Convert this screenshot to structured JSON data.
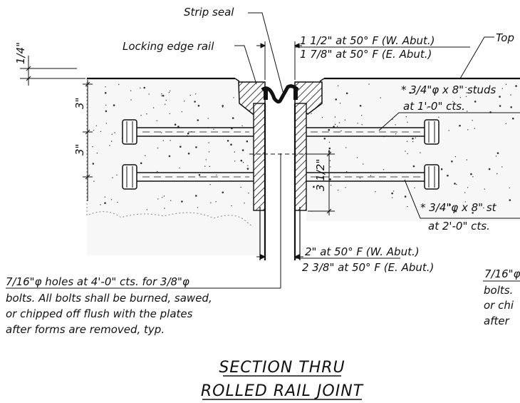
{
  "drawing": {
    "labels": {
      "strip_seal": "Strip seal",
      "locking_edge_rail": "Locking edge rail",
      "top": "Top",
      "quarter_inch": "1/4\"",
      "three_in_upper": "3\"",
      "three_in_lower": "3\"",
      "three_half_in": "3 1/2\"",
      "gap_top_w": "1 1/2\" at 50° F (W. Abut.)",
      "gap_top_e": "1 7/8\" at 50° F (E. Abut.)",
      "studs_upper_1": "* 3/4\"φ x 8\" studs",
      "studs_upper_2": "at 1'-0\" cts.",
      "studs_lower_1": "* 3/4\"φ x 8\" st",
      "studs_lower_2": "at 2'-0\" cts.",
      "gap_bot_w": "2\" at 50° F (W. Abut.)",
      "gap_bot_e": "2 3/8\" at 50° F (E. Abut.)",
      "note_left_1": "7/16\"φ holes at 4'-0\" cts. for 3/8\"φ",
      "note_left_2": "bolts.  All bolts shall be burned, sawed,",
      "note_left_3": "or chipped off flush with the plates",
      "note_left_4": "after forms are removed, typ.",
      "note_right_1": "7/16\"φ",
      "note_right_2": "bolts.",
      "note_right_3": "or chi",
      "note_right_4": "after"
    },
    "title_line1": "SECTION THRU",
    "title_line2": "ROLLED RAIL JOINT"
  }
}
